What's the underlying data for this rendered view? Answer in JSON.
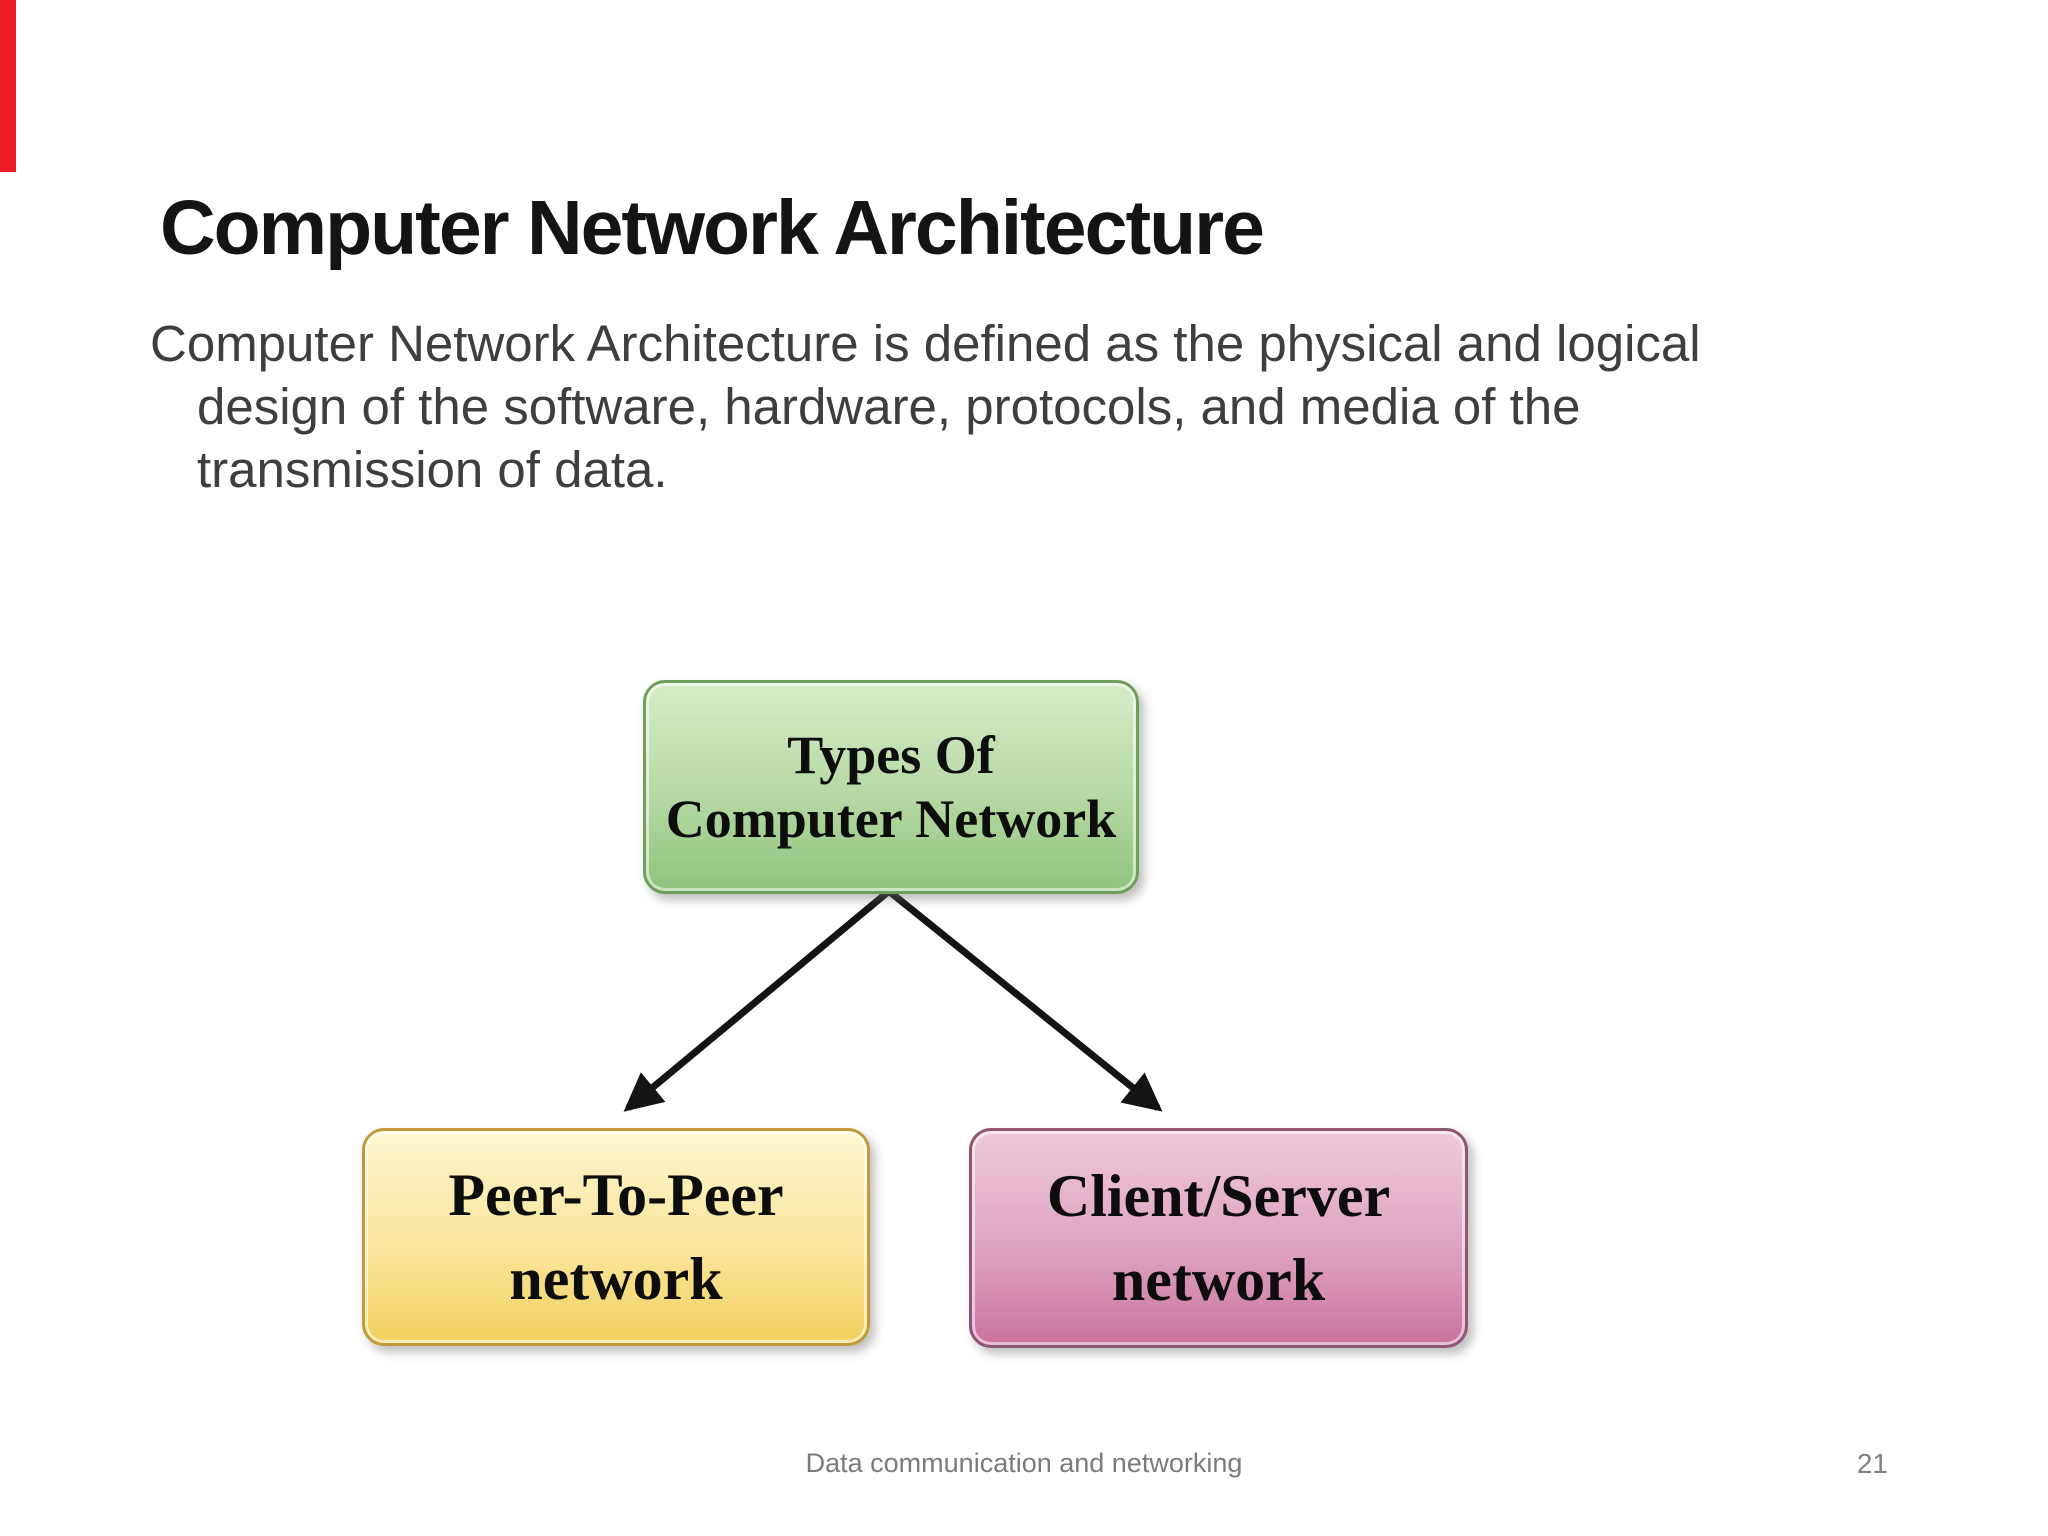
{
  "slide": {
    "accent_bar_color": "#ec1c24",
    "title": "Computer Network Architecture",
    "body": {
      "lines": [
        "Computer Network Architecture is defined as the physical and logical",
        "design of the software, hardware, protocols, and media of the",
        "transmission of data."
      ],
      "text_color": "#3e3e3e"
    },
    "diagram": {
      "description": "hierarchy of computer network types",
      "arrow_color": "#141414",
      "root": {
        "line1": "Types Of",
        "line2": "Computer Network",
        "fill_top": "#d6ecc8",
        "fill_bottom": "#8fc37c",
        "border_color": "#6f9f5a"
      },
      "children": [
        {
          "line1": "Peer-To-Peer",
          "line2": "network",
          "fill_top": "#fdf6cf",
          "fill_bottom": "#f2d05e",
          "border_color": "#c19b3b"
        },
        {
          "line1": "Client/Server",
          "line2": "network",
          "fill_top": "#eec9da",
          "fill_bottom": "#c9739d",
          "border_color": "#8e5671"
        }
      ]
    },
    "footer": {
      "text": "Data communication and networking",
      "page_number": "21",
      "color": "#7b7b7b"
    }
  }
}
